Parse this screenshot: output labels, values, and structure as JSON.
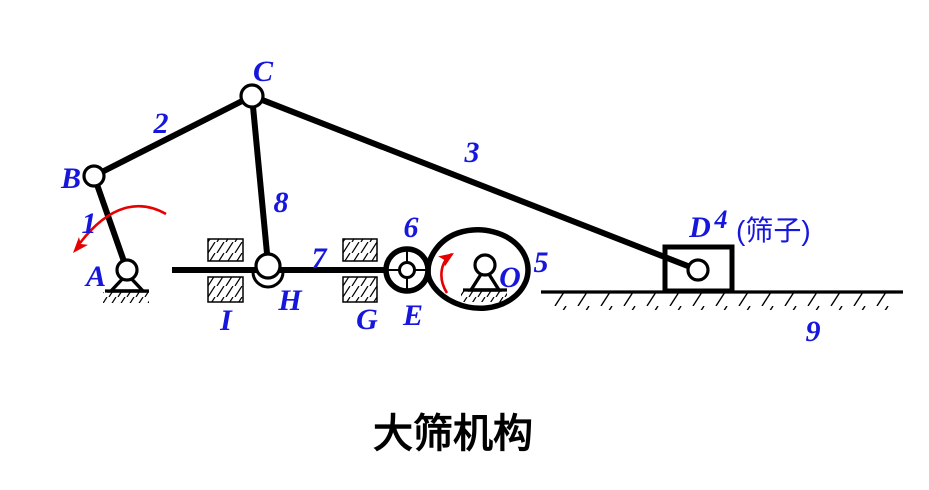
{
  "diagram": {
    "title": "大筛机构",
    "annotation_sieve": "(筛子)",
    "joint_labels": {
      "A": "A",
      "B": "B",
      "C": "C",
      "D": "D",
      "E": "E",
      "G": "G",
      "H": "H",
      "I": "I",
      "O": "O"
    },
    "link_labels": {
      "link1": "1",
      "link2": "2",
      "link3": "3",
      "link4": "4",
      "link5": "5",
      "link6": "6",
      "link7": "7",
      "link8": "8",
      "link9": "9"
    },
    "colors": {
      "label_blue": "#1616dd",
      "line_black": "#000000",
      "arrow_red": "#e60000"
    }
  }
}
